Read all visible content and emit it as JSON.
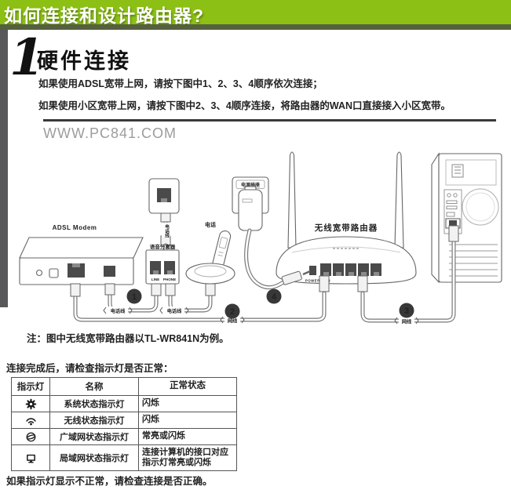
{
  "colors": {
    "header_green": "#8cc014",
    "header_strip": "#55603f",
    "sidebar_gray": "#58585a",
    "step_circle": "#383838"
  },
  "header": {
    "title": "如何连接和设计路由器?"
  },
  "section": {
    "number": "1",
    "title": "硬件连接",
    "instruction1": "如果使用ADSL宽带上网，请按下图中1、2、3、4顺序依次连接；",
    "instruction2": "如果使用小区宽带上网，请按下图中2、3、4顺序连接，将路由器的WAN口直接接入小区宽带。"
  },
  "watermark": "WWW.PC841.COM",
  "diagram": {
    "labels": {
      "modem": "ADSL Modem",
      "wall_cable": "电话线",
      "splitter": "语音分离器",
      "port_line": "LINE",
      "port_phone": "PHONE",
      "phone": "电话",
      "power_socket": "电源插座",
      "router": "无线宽带路由器",
      "router_ports": "POWER WAN",
      "cable_step1": "电话线",
      "cable_phone": "电话线",
      "cable_step2": "网线",
      "cable_step3": "网线"
    },
    "steps": [
      "1",
      "2",
      "3",
      "4"
    ]
  },
  "note": "注：图中无线宽带路由器以TL-WR841N为例。",
  "check_text": "连接完成后，请检查指示灯是否正常：",
  "table": {
    "headers": [
      "指示灯",
      "名称",
      "正常状态"
    ],
    "rows": [
      {
        "icon": "gear-icon",
        "name": "系统状态指示灯",
        "state": "闪烁"
      },
      {
        "icon": "wifi-icon",
        "name": "无线状态指示灯",
        "state": "闪烁"
      },
      {
        "icon": "globe-icon",
        "name": "广域网状态指示灯",
        "state": "常亮或闪烁"
      },
      {
        "icon": "monitor-icon",
        "name": "局域网状态指示灯",
        "state": "连接计算机的接口对应指示灯常亮或闪烁"
      }
    ]
  },
  "footer_note": "如果指示灯显示不正常，请检查连接是否正确。"
}
